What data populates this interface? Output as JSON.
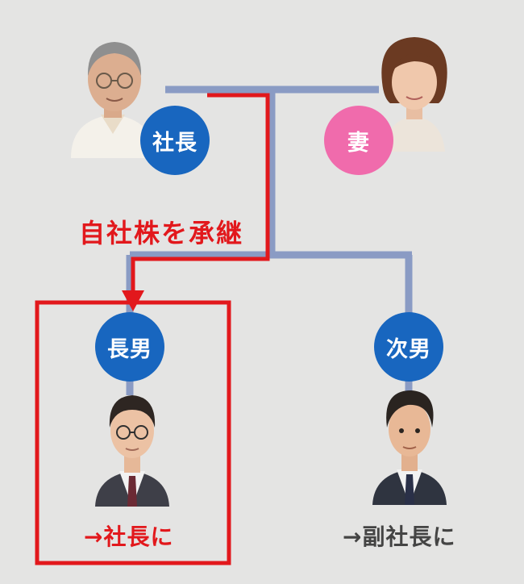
{
  "colors": {
    "background": "#e4e4e3",
    "connector": "#8a9bc4",
    "highlight": "#e2181c",
    "badge_blue": "#1866bf",
    "badge_pink": "#f06bac",
    "caption_gray": "#444444"
  },
  "father": {
    "badge": "社長",
    "portrait": "elderly-man-photo"
  },
  "wife": {
    "badge": "妻",
    "portrait": "elderly-woman-photo"
  },
  "eldest_son": {
    "badge": "長男",
    "portrait": "man-with-glasses-photo",
    "caption": "→社長に"
  },
  "second_son": {
    "badge": "次男",
    "portrait": "young-man-photo",
    "caption": "→副社長に"
  },
  "inheritance_label": "自社株を承継"
}
